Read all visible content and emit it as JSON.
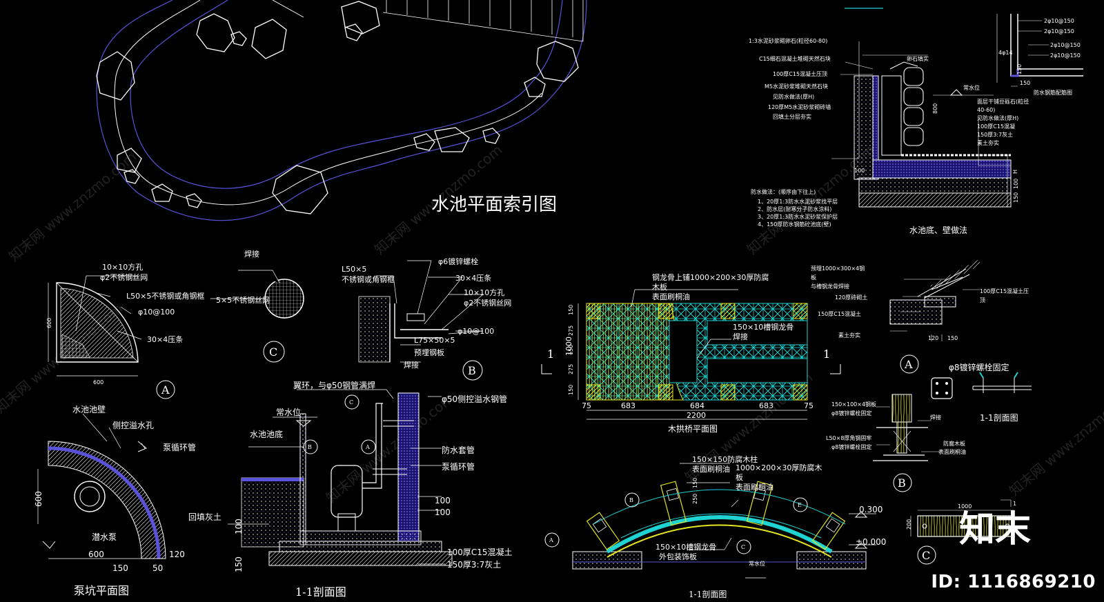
{
  "colors": {
    "background": "#000000",
    "line": "#ffffff",
    "purple": "#5a52d8",
    "cyan": "#1fd3d3",
    "yellow": "#e5e522",
    "green": "#4fc24f"
  },
  "plan": {
    "title": "水池平面索引图"
  },
  "detailA": {
    "label_mesh": "10×10方孔",
    "label_wire": "φ2不锈钢丝网",
    "label_frame": "L50×5不锈钢或角钢框",
    "label_rebar": "φ10@100",
    "label_strip": "30×4压条",
    "dim_h": "600",
    "dim_w": "600",
    "tag": "A"
  },
  "detailC": {
    "label_weld": "焊接",
    "label_net": "5×5不锈钢丝网",
    "tag": "C"
  },
  "detailB": {
    "label_l": "L50×5",
    "label_l2": "不锈钢或角钢框",
    "label_bolt": "φ6镀锌螺栓",
    "label_strip": "30×4压条",
    "label_mesh": "10×10方孔",
    "label_wire": "φ2不锈钢丝网",
    "label_rebar": "φ10@100",
    "label_angle": "L75×50×5",
    "label_plate": "预埋钢板",
    "label_weld": "焊接",
    "tag": "B"
  },
  "pit": {
    "title": "泵坑平面图",
    "label_wall": "水池池壁",
    "label_hole": "侧控溢水孔",
    "label_pipe": "泵循环管",
    "label_pump": "潜水泵",
    "dim_600v": "600",
    "dim_600h": "600",
    "dim_150": "150",
    "dim_50": "50",
    "dim_120": "120"
  },
  "section11": {
    "title": "1-1剖面图",
    "label_weld": "翼环，与φ50钢管满焊",
    "label_pipe50": "φ50侧控溢水钢管",
    "label_level": "常水位",
    "label_bottom": "水池池底",
    "label_sleeve": "防水套管",
    "label_pump": "泵循环管",
    "label_fill": "回填灰土",
    "label_c15": "100厚C15混凝土",
    "label_lime": "150厚3:7灰土",
    "dim_100a": "100",
    "dim_100b": "100",
    "dim_100c": "100",
    "dim_150": "150",
    "tag_c": "C",
    "tag_b": "B",
    "tag_a": "A"
  },
  "bridge": {
    "title": "木拱桥平面图",
    "label_board": "钢龙骨上铺1000×200×30厚防腐",
    "label_board2": "木板",
    "label_board3": "表面刷桐油",
    "label_keel": "150×10槽钢龙骨",
    "label_keel2": "焊接",
    "dims_v": [
      "150",
      "275",
      "150",
      "275",
      "150"
    ],
    "dim_total_v": "1000",
    "dims_h": [
      "75",
      "683",
      "684",
      "683",
      "75"
    ],
    "dim_total_h": "2200",
    "cut_left": "1",
    "cut_right": "1"
  },
  "bridgeSection": {
    "title": "1-1剖面图",
    "label_post": "150×150防腐木柱",
    "label_post2": "表面刷桐油",
    "label_board": "1000×200×30厚防腐木",
    "label_board2": "板",
    "label_board3": "表面刷桐油",
    "label_keel": "150×10槽钢龙骨",
    "label_keel2": "外包装饰板",
    "label_level": "常水位",
    "elev_top": "0.300",
    "elev_zero": "±0.000",
    "dim_150": "150",
    "dim_250": "250",
    "tag_b": "B",
    "tag_e": "E",
    "tag_a": "A",
    "tag_c": "C"
  },
  "pool": {
    "title": "水池底、壁做法",
    "labels": [
      "1:3水泥砂浆砌卵石(粒径60-80)",
      "C15细石混凝土堆砌天然石块",
      "100厚C15混凝土压顶",
      "M5水泥砂浆堆砌天然石块",
      "见防水做法(厚H)",
      "120厚M5水泥砂浆砌砖墙",
      "回填土分层夯实"
    ],
    "label_concrete": "卵石填实",
    "label_level": "常水位",
    "right_labels": [
      "面层干铺豆砾石(粒径",
      "40-60)",
      "见防水做法(厚H)",
      "100厚C15混凝",
      "150厚3:7灰土",
      "素土夯实"
    ],
    "dim_800": "800",
    "dim_h": "H",
    "dim_100": "100",
    "dim_150": "150",
    "dim_100b": "100",
    "note_title": "防水做法：(顺序由下往上)",
    "notes": [
      "1、20厚1:3防水水泥砂浆找平层",
      "2、防水层(耐寒分子防水涂料)",
      "3、20厚1:3防水水泥砂浆保护层",
      "4、150厚防水钢筋砼池底(壁)"
    ]
  },
  "rebar": {
    "labels": [
      "2φ10@150",
      "2φ10@150",
      "2φ10@150",
      "2φ10@150"
    ],
    "label_4": "4φ14",
    "dim_150": "150",
    "dim_150b": "150",
    "caption": "防水钢筋配筋图"
  },
  "bridgeDetail": {
    "label_plate": "预埋1000×300×4钢",
    "label_plate2": "板",
    "label_plate3": "与槽钢龙骨焊接",
    "label_wall": "120厚砖砌土",
    "label_c15": "150厚C15混凝土",
    "label_soil": "素土夯实",
    "label_cap": "100厚C15混凝土压",
    "label_cap2": "顶",
    "dim_120": "120",
    "dim_150": "150",
    "tag": "A"
  },
  "postDetail": {
    "label_steel": "150×100×4钢板",
    "label_bolt": "φ8镀锌螺栓固定",
    "label_weld": "焊接",
    "label_angle": "L50×8厚角钢固牢",
    "label_bolt2": "φ8镀锌螺栓固定",
    "label_board": "防腐木板",
    "label_board2": "表面刷桐油",
    "tag": "B",
    "bolt_title": "φ8镀锌螺栓固定",
    "bolt_caption": "1-1剖面图"
  },
  "plankDetail": {
    "dim_1000": "1000",
    "dim_200": "200",
    "cut": "1",
    "tag": "C"
  },
  "watermark": {
    "text": "知末网 www.znzmo.com"
  },
  "brand": {
    "logo_text": "知末",
    "id_text": "ID: 1116869210"
  }
}
